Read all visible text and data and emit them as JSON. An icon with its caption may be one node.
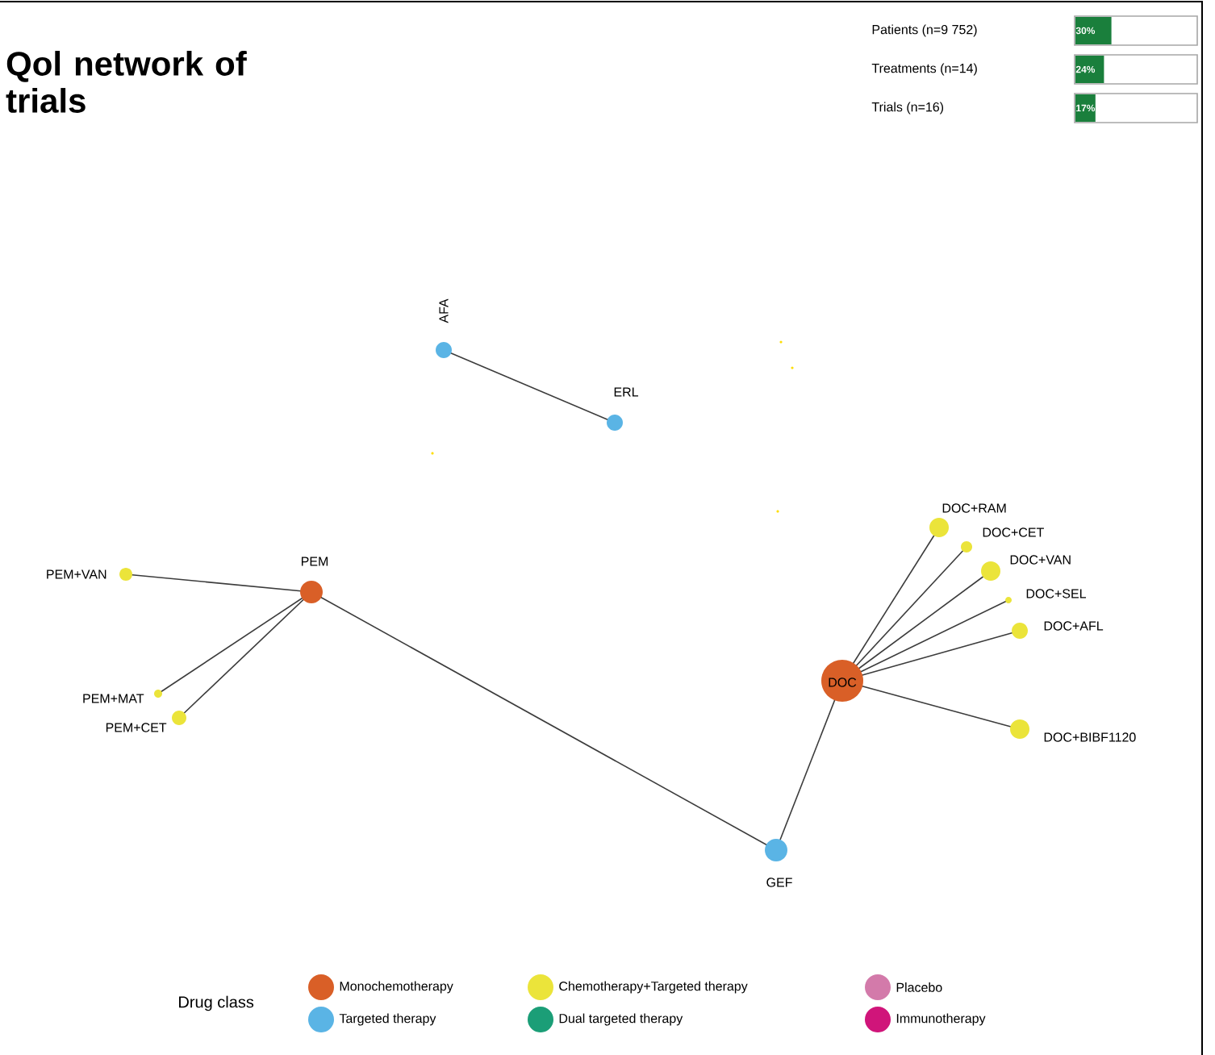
{
  "diagram": {
    "title": "Qol network of trials",
    "nodes": [
      {
        "text": [
          "AFA"
        ]
      },
      {
        "text": [
          "ERL"
        ]
      },
      {
        "text": [
          "PEM"
        ]
      },
      {
        "text": [
          "PEM+VAN"
        ]
      },
      {
        "text": [
          "PEM+MAT"
        ]
      },
      {
        "text": [
          "PEM+CET"
        ]
      },
      {
        "text": [
          "DOC"
        ]
      },
      {
        "text": [
          "DOC+RAM"
        ]
      },
      {
        "text": [
          "DOC+CET"
        ]
      },
      {
        "text": [
          "DOC+VAN"
        ]
      },
      {
        "text": [
          "DOC+SEL"
        ]
      },
      {
        "text": [
          "DOC+AFL"
        ]
      },
      {
        "text": [
          "DOC+BIBF1120"
        ]
      },
      {
        "text": [
          "GEF"
        ]
      }
    ],
    "edges": [
      {
        "from": 0,
        "to": 1,
        "arrow": "none"
      },
      {
        "from": 2,
        "to": 3,
        "arrow": "none"
      },
      {
        "from": 2,
        "to": 4,
        "arrow": "none"
      },
      {
        "from": 2,
        "to": 5,
        "arrow": "none"
      },
      {
        "from": 2,
        "to": 13,
        "arrow": "none"
      },
      {
        "from": 6,
        "to": 13,
        "arrow": "none"
      },
      {
        "from": 6,
        "to": 7,
        "arrow": "none"
      },
      {
        "from": 6,
        "to": 8,
        "arrow": "none"
      },
      {
        "from": 6,
        "to": 9,
        "arrow": "none"
      },
      {
        "from": 6,
        "to": 10,
        "arrow": "none"
      },
      {
        "from": 6,
        "to": 11,
        "arrow": "none"
      },
      {
        "from": 6,
        "to": 12,
        "arrow": "none"
      }
    ],
    "labels": [
      "Patients (n=9 752)",
      "30%",
      "Treatments (n=14)",
      "24%",
      "Trials (n=16)",
      "17%",
      "Drug class"
    ],
    "legend": [
      {
        "text": "Monochemotherapy",
        "color": "#d95f27"
      },
      {
        "text": "Targeted therapy",
        "color": "#5ab4e5"
      },
      {
        "text": "Chemotherapy+Targeted therapy",
        "color": "#ebe43a"
      },
      {
        "text": "Dual targeted therapy",
        "color": "#1b9e77"
      },
      {
        "text": "Placebo",
        "color": "#d37aaa"
      },
      {
        "text": "Immunotherapy",
        "color": "#d0157a"
      }
    ]
  }
}
